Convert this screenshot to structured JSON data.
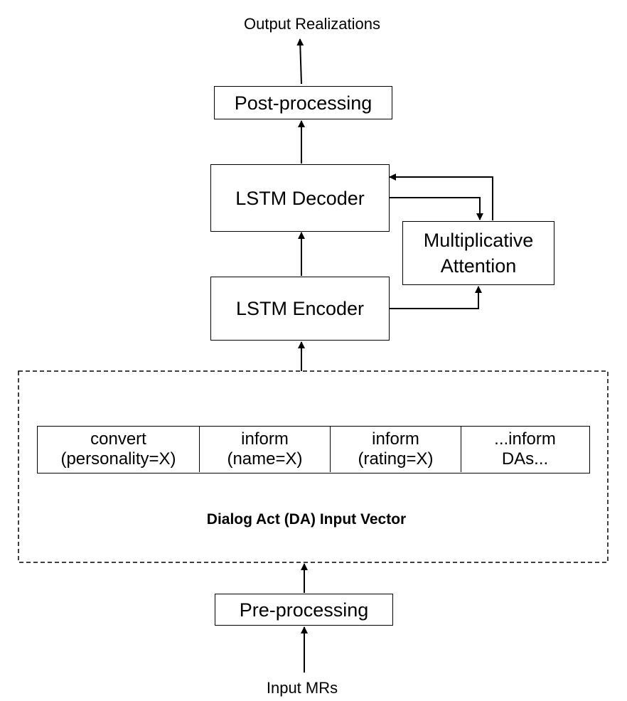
{
  "labels": {
    "output": "Output Realizations",
    "input": "Input MRs",
    "vector_caption": "Dialog Act (DA) Input Vector"
  },
  "boxes": {
    "post_processing": "Post-processing",
    "lstm_decoder": "LSTM Decoder",
    "attention_line1": "Multiplicative",
    "attention_line2": "Attention",
    "lstm_encoder": "LSTM Encoder",
    "pre_processing": "Pre-processing"
  },
  "vector_cells": [
    {
      "line1": "convert",
      "line2": "(personality=X)"
    },
    {
      "line1": "inform",
      "line2": "(name=X)"
    },
    {
      "line1": "inform",
      "line2": "(rating=X)"
    },
    {
      "line1": "...inform",
      "line2": "DAs..."
    }
  ]
}
